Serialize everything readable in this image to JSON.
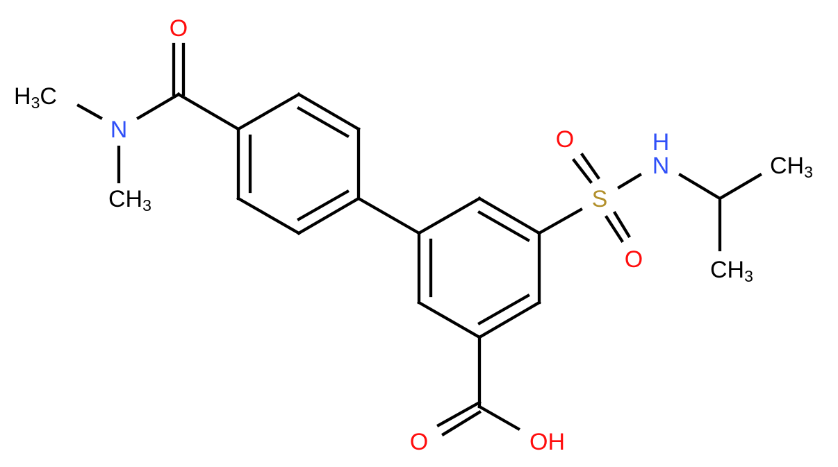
{
  "diagram": {
    "type": "chemical-structure",
    "description": "3-[4-(dimethylcarbamoyl)phenyl]-5-(isopropylsulfamoyl)benzoic acid",
    "colors": {
      "bond": "#000000",
      "carbon": "#000000",
      "oxygen": "#ff0d0d",
      "nitrogen": "#3050f8",
      "sulfur": "#b2902c"
    },
    "atoms": {
      "o_amide": "O",
      "n_amide": "N",
      "methyl_left": {
        "main": "H",
        "sub": "3",
        "tail": "C"
      },
      "methyl_down": {
        "main": "CH",
        "sub": "3"
      },
      "sulfur": "S",
      "o_sulfonyl_top": "O",
      "o_sulfonyl_bottom": "O",
      "nh_h": "H",
      "nh_n": "N",
      "methyl_ipr_top": {
        "main": "CH",
        "sub": "3"
      },
      "methyl_ipr_bottom": {
        "main": "CH",
        "sub": "3"
      },
      "o_acid_double": "O",
      "oh_acid": "OH"
    }
  }
}
